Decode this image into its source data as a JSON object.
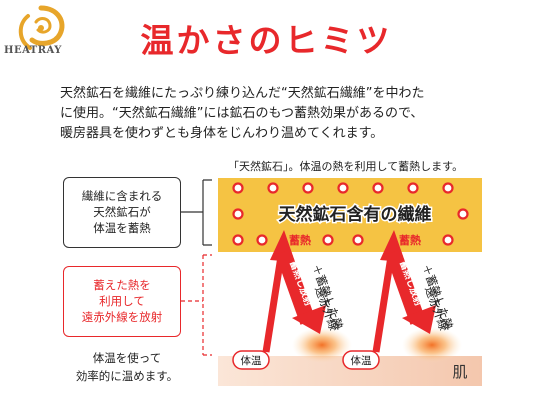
{
  "brand": {
    "name": "HEATRAY",
    "colors": {
      "accent": "#e8282b",
      "logo_gold": "#e7a52a",
      "fiber": "#f5c343",
      "skin": "#f6d3bd"
    }
  },
  "title": "温かさのヒミツ",
  "intro": [
    "天然鉱石を繊維にたっぷり練り込んだ“天然鉱石繊維”を中わた",
    "に使用。“天然鉱石繊維”には鉱石のもつ蓄熱効果があるので、",
    "暖房器具を使わずとも身体をじんわり温めてくれます。"
  ],
  "diagram": {
    "caption": "「天然鉱石」。体温の熱を利用して蓄熱します。",
    "fiber_label": "天然鉱石含有の繊維",
    "store_label": "蓄熱",
    "release_label": "蓄熱し放射",
    "heat_label": "＋蓄熱した熱",
    "far_ir_label": "遠赤外線",
    "body_temp_label": "体温",
    "skin_label": "肌",
    "box_store": [
      "繊維に含まれる",
      "天然鉱石が",
      "体温を蓄熱"
    ],
    "box_radiate": [
      "蓄えた熱を",
      "利用して",
      "遠赤外線を放射"
    ],
    "summary": [
      "体温を使って",
      "効率的に温めます。"
    ]
  }
}
